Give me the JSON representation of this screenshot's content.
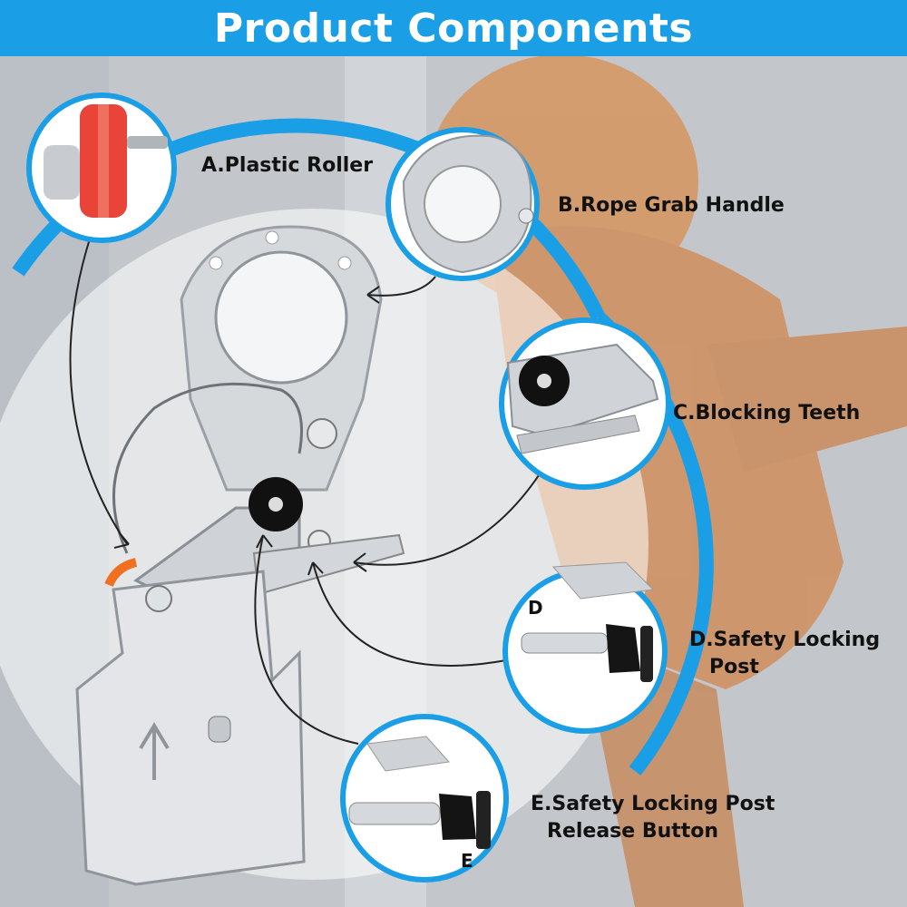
{
  "banner": {
    "title": "Product Components",
    "color": "#1a9ee6"
  },
  "components": [
    {
      "id": "A",
      "label": "A.Plastic Roller",
      "icon": "plastic-roller"
    },
    {
      "id": "B",
      "label": "B.Rope Grab Handle",
      "icon": "rope-grab-handle"
    },
    {
      "id": "C",
      "label": "C.Blocking Teeth",
      "icon": "blocking-teeth"
    },
    {
      "id": "D",
      "label_line1": "D.Safety Locking",
      "label_line2": "Post",
      "callout_letter": "D",
      "icon": "safety-locking-post"
    },
    {
      "id": "E",
      "label_line1": "E.Safety Locking Post",
      "label_line2": "Release Button",
      "callout_letter": "E",
      "icon": "release-button"
    }
  ],
  "colors": {
    "accent_blue": "#1a9ee6",
    "roller_red": "#e8443a",
    "worker_orange": "#e07a24",
    "metal": "#d9dcdf"
  }
}
